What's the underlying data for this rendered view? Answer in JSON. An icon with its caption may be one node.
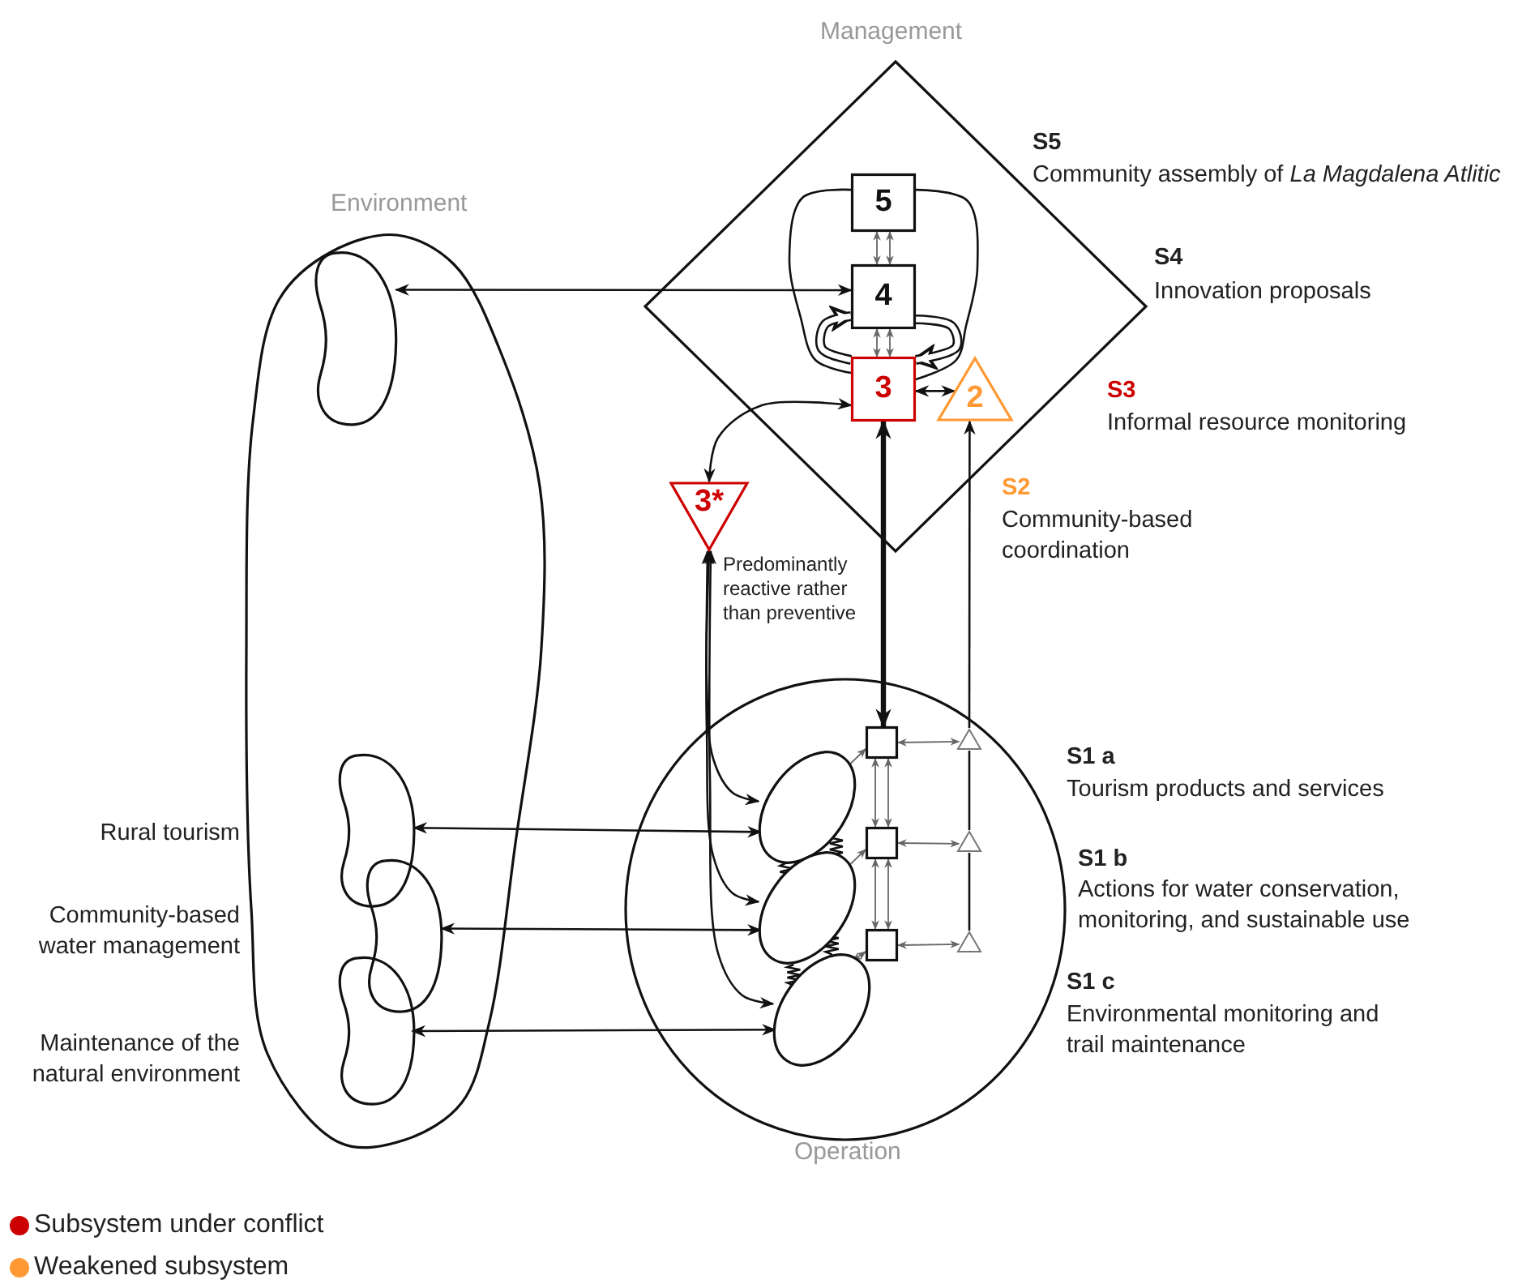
{
  "diagram": {
    "nodes": [
      {
        "text": [
          "Management"
        ]
      },
      {
        "text": [
          "5"
        ],
        "in": 0,
        "beside": [
          "S5",
          "Community assembly of *La Magdalena Atlitic*"
        ]
      },
      {
        "text": [
          "4"
        ],
        "in": 0,
        "beside": [
          "S4",
          "Innovation proposals"
        ]
      },
      {
        "text": [
          "3"
        ],
        "in": 0,
        "beside": [
          "S3",
          "Informal resource monitoring"
        ]
      },
      {
        "text": [
          "2"
        ],
        "in": 0,
        "beside": [
          "S2",
          "Community-based coordination"
        ]
      },
      {
        "text": [
          "3*"
        ],
        "beside": [
          "Predominantly reactive rather than preventive"
        ]
      },
      {
        "text": [
          "Environment"
        ]
      },
      {
        "text": [],
        "shape": "blob",
        "in": 6
      },
      {
        "text": [],
        "shape": "blob",
        "in": 6
      },
      {
        "text": [],
        "shape": "blob",
        "in": 6
      },
      {
        "text": [],
        "shape": "blob",
        "in": 6
      },
      {
        "text": [
          "Operation"
        ]
      },
      {
        "text": [],
        "shape": "ellipse",
        "in": 11,
        "beside": [
          "S1 a",
          "Tourism products and services"
        ]
      },
      {
        "text": [],
        "shape": "ellipse",
        "in": 11,
        "beside": [
          "S1 b",
          "Actions for water conservation, monitoring, and sustainable use"
        ]
      },
      {
        "text": [],
        "shape": "ellipse",
        "in": 11,
        "beside": [
          "S1 c",
          "Environmental monitoring and trail maintenance"
        ]
      },
      {
        "text": [],
        "shape": "box",
        "in": 11
      },
      {
        "text": [],
        "shape": "box",
        "in": 11
      },
      {
        "text": [],
        "shape": "box",
        "in": 11
      },
      {
        "text": [],
        "shape": "triangle",
        "in": 11
      },
      {
        "text": [],
        "shape": "triangle",
        "in": 11
      },
      {
        "text": [],
        "shape": "triangle",
        "in": 11
      }
    ],
    "edges": [
      {
        "from": 2,
        "to": 7,
        "arrow": "both"
      },
      {
        "from": 1,
        "to": 2,
        "arrow": "both",
        "color": "#666666"
      },
      {
        "from": 1,
        "to": 2,
        "arrow": "both",
        "color": "#666666"
      },
      {
        "from": 2,
        "to": 3,
        "arrow": "both",
        "color": "#666666"
      },
      {
        "from": 2,
        "to": 3,
        "arrow": "both",
        "color": "#666666"
      },
      {
        "from": 1,
        "to": 3,
        "arrow": "none"
      },
      {
        "from": 1,
        "to": 3,
        "arrow": "none"
      },
      {
        "from": 3,
        "to": 2,
        "arrow": "to",
        "style": "thick"
      },
      {
        "from": 2,
        "to": 3,
        "arrow": "to",
        "style": "thick"
      },
      {
        "from": 3,
        "to": 4,
        "arrow": "both"
      },
      {
        "from": 3,
        "to": 5,
        "arrow": "both"
      },
      {
        "from": 3,
        "to": 15,
        "arrow": "both",
        "style": "thick"
      },
      {
        "from": 18,
        "to": 4,
        "arrow": "to"
      },
      {
        "from": 19,
        "to": 18,
        "arrow": "none"
      },
      {
        "from": 20,
        "to": 19,
        "arrow": "none"
      },
      {
        "from": 5,
        "to": 12,
        "arrow": "both"
      },
      {
        "from": 5,
        "to": 13,
        "arrow": "both"
      },
      {
        "from": 5,
        "to": 14,
        "arrow": "both"
      },
      {
        "from": 8,
        "to": 12,
        "arrow": "both"
      },
      {
        "from": 9,
        "to": 13,
        "arrow": "both"
      },
      {
        "from": 10,
        "to": 14,
        "arrow": "both"
      },
      {
        "from": 12,
        "to": 15,
        "arrow": "both",
        "color": "#666666"
      },
      {
        "from": 13,
        "to": 16,
        "arrow": "both",
        "color": "#666666"
      },
      {
        "from": 14,
        "to": 17,
        "arrow": "both",
        "color": "#666666"
      },
      {
        "from": 15,
        "to": 16,
        "arrow": "both",
        "color": "#666666"
      },
      {
        "from": 15,
        "to": 16,
        "arrow": "both",
        "color": "#666666"
      },
      {
        "from": 16,
        "to": 17,
        "arrow": "both",
        "color": "#666666"
      },
      {
        "from": 16,
        "to": 17,
        "arrow": "both",
        "color": "#666666"
      },
      {
        "from": 15,
        "to": 18,
        "arrow": "both",
        "color": "#666666"
      },
      {
        "from": 16,
        "to": 19,
        "arrow": "both",
        "color": "#666666"
      },
      {
        "from": 17,
        "to": 20,
        "arrow": "both",
        "color": "#666666"
      },
      {
        "from": 12,
        "to": 13,
        "arrow": "none"
      },
      {
        "from": 12,
        "to": 13,
        "arrow": "none"
      },
      {
        "from": 13,
        "to": 14,
        "arrow": "none"
      },
      {
        "from": 13,
        "to": 14,
        "arrow": "none"
      }
    ],
    "labels": [
      "Rural tourism",
      "Community-based water management",
      "Maintenance of the natural environment"
    ],
    "legend": [
      {
        "text": "Subsystem under conflict",
        "color": "#cc0000"
      },
      {
        "text": "Weakened subsystem",
        "color": "#ff9933"
      }
    ]
  }
}
